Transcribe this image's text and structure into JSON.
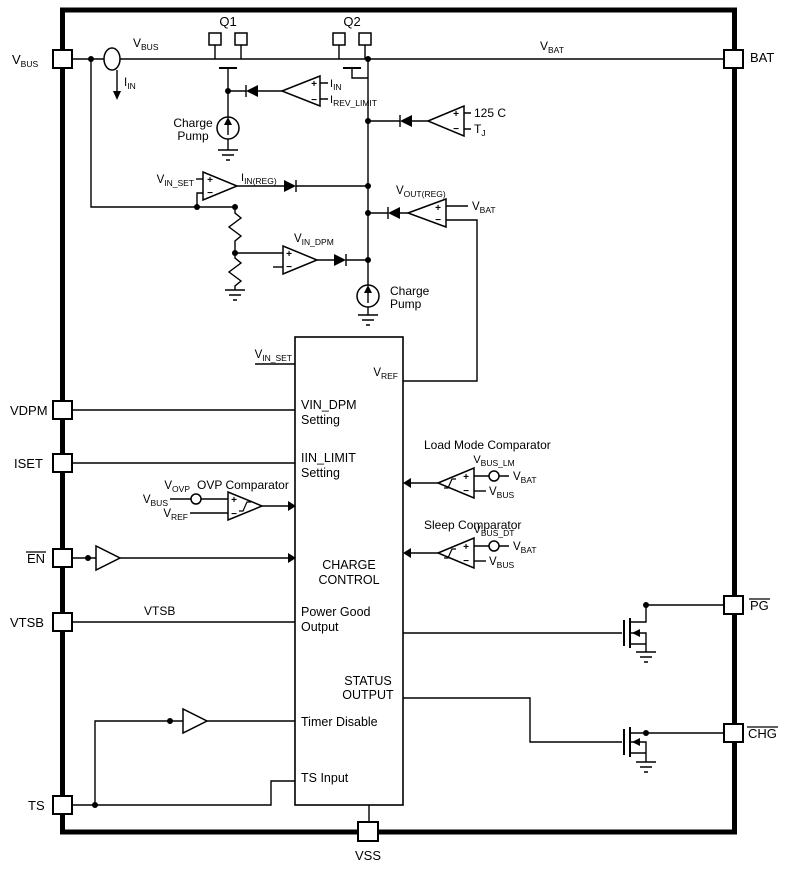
{
  "pins": {
    "vdpm": "VDPM",
    "iset": "ISET",
    "en": "EN",
    "vtsb": "VTSB",
    "ts": "TS",
    "bat": "BAT",
    "pg": "PG",
    "chg": "CHG",
    "vss": "VSS"
  },
  "transistors": {
    "q1": "Q1",
    "q2": "Q2"
  },
  "labels": {
    "vbus": {
      "m": "V",
      "s": "BUS"
    },
    "vbat": {
      "m": "V",
      "s": "BAT"
    },
    "vref": {
      "m": "V",
      "s": "REF"
    },
    "vin_set": {
      "m": "V",
      "s": "IN_SET"
    },
    "vin_dpm": {
      "m": "V",
      "s": "IN_DPM"
    },
    "vovp": {
      "m": "V",
      "s": "OVP"
    },
    "vbus_lm": {
      "m": "V",
      "s": "BUS_LM"
    },
    "vbus_dt": {
      "m": "V",
      "s": "BUS_DT"
    },
    "vout_reg": {
      "m": "V",
      "s": "OUT(REG)"
    },
    "iin": {
      "m": "I",
      "s": "IN"
    },
    "iin_reg": {
      "m": "I",
      "s": "IN(REG)"
    },
    "irev_limit": {
      "m": "I",
      "s": "REV_LIMIT"
    },
    "tj": {
      "m": "T",
      "s": "J"
    }
  },
  "charge_pump": {
    "line1": "Charge",
    "line2": "Pump"
  },
  "comparators": {
    "ovp_title": "OVP Comparator",
    "load_mode_title": "Load Mode Comparator",
    "sleep_title": "Sleep Comparator",
    "temp_threshold": "125 C"
  },
  "block": {
    "vin_dpm_1": "VIN_DPM",
    "vin_dpm_2": "Setting",
    "iin_limit_1": "IIN_LIMIT",
    "iin_limit_2": "Setting",
    "charge_1": "CHARGE",
    "charge_2": "CONTROL",
    "power_good_1": "Power Good",
    "power_good_2": "Output",
    "status_1": "STATUS",
    "status_2": "OUTPUT",
    "timer_disable": "Timer Disable",
    "ts_input": "TS Input"
  },
  "left": {
    "vtsb": "VTSB"
  },
  "sym": {
    "plus": "+",
    "minus": "−"
  }
}
